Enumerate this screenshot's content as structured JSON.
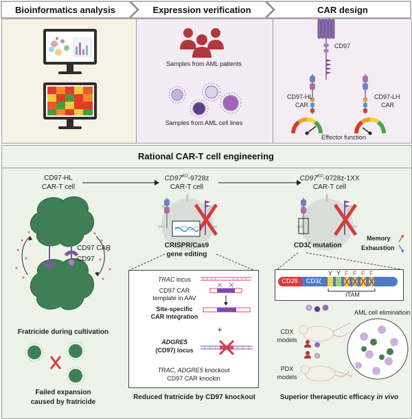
{
  "header": {
    "tabs": [
      {
        "label": "Bioinformatics analysis"
      },
      {
        "label": "Expression verification"
      },
      {
        "label": "CAR design"
      }
    ]
  },
  "expression": {
    "patients_label": "Samples from AML patients",
    "cell_lines_label": "Samples from AML cell lines"
  },
  "car_design": {
    "cd97_label": "CD97",
    "hl_label_line1": "CD97-HL",
    "hl_label_line2": "CAR",
    "lh_label_line1": "CD97-LH",
    "lh_label_line2": "CAR",
    "effector_label": "Effector function"
  },
  "engineering": {
    "title": "Rational CAR-T cell engineering",
    "left": {
      "name_line1": "CD97-HL",
      "name_line2": "CAR-T cell",
      "cd97_car_label": "CD97 CAR",
      "cd97_label": "CD97",
      "fratricide_label": "Fratricide during cultivation",
      "failed_line1": "Failed expansion",
      "failed_line2": "caused by fratricide"
    },
    "middle": {
      "name_main": "CD97",
      "name_sup": "KO",
      "name_suffix": "-9728z",
      "name_line2": "CAR-T cell",
      "crispr_line1": "CRISPR/Cas9",
      "crispr_line2": "gene editing",
      "trac_locus": "TRAC",
      "trac_locus_suffix": " locus",
      "template_line1": "CD97 CAR",
      "template_line2": "template in AAV",
      "integration_line1": "Site-specific",
      "integration_line2": "CAR integration",
      "plus": "+",
      "adgre5_line1": "ADGRE5",
      "adgre5_line2": "(CD97) locus",
      "knockout_line1_italic": "TRAC, ADGRE5",
      "knockout_line1_rest": " knockout",
      "knockout_line2": "CD97 CAR knockin",
      "footer": "Reduced fratricide by CD97 knockout"
    },
    "right": {
      "name_main": "CD97",
      "name_sup": "KO",
      "name_suffix": "-9728z-1XX",
      "name_line2": "CAR-T cell",
      "mutation_label": "CD3ζ mutation",
      "memory_label": "Memory",
      "exhaustion_label": "Exhaustion",
      "cd28_label": "CD28",
      "cd3z_label": "CD3ζ",
      "y_labels": [
        "Y",
        "Y",
        "F",
        "F",
        "F",
        "F"
      ],
      "itam_label": "ITAM",
      "cdx_line1": "CDX",
      "cdx_line2": "models",
      "pdx_line1": "PDX",
      "pdx_line2": "models",
      "elimination_label": "AML cell eliminatioin",
      "footer_main": "Superior therapeutic efficacy ",
      "footer_italic": "in vivo"
    }
  },
  "colors": {
    "bioinfo_bg": "#f6f2e6",
    "expression_bg": "#f3ecf4",
    "car_bg": "#f4eef4",
    "bottom_bg": "#eef3ea",
    "patient_red": "#b0373a",
    "receptor_purple": "#7e5a9b",
    "cd28_red": "#d93b3b",
    "cd3z_blue": "#4f79c7",
    "aml_green": "#4d8f5f",
    "cross_red": "#d63b3b"
  }
}
